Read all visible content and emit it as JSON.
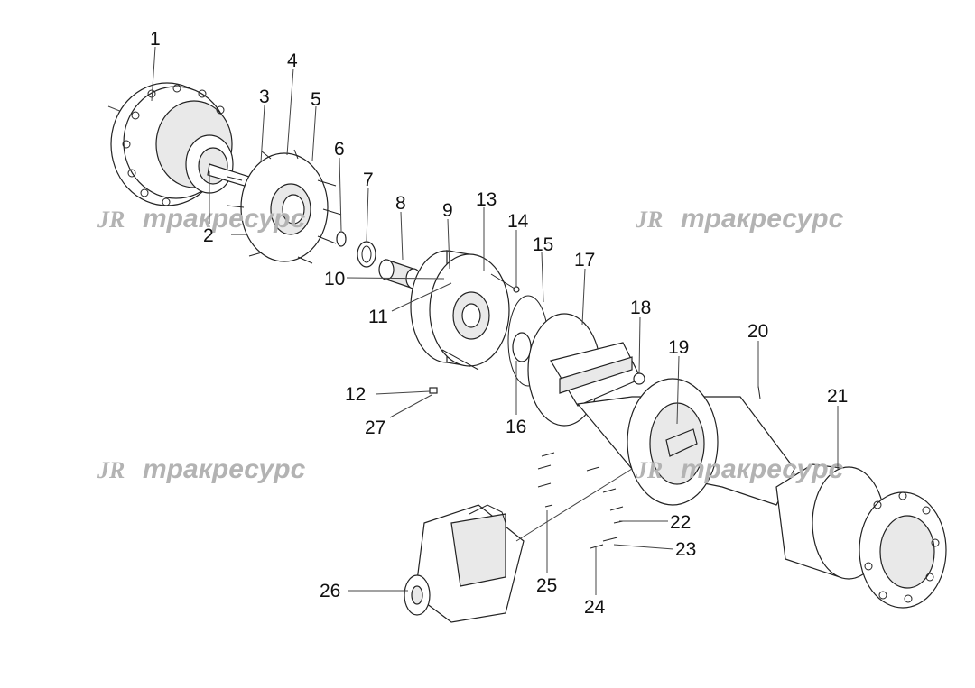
{
  "watermark": {
    "logo": "JR",
    "text": "тракресурс"
  },
  "callouts": [
    "1",
    "2",
    "3",
    "4",
    "5",
    "6",
    "7",
    "8",
    "9",
    "10",
    "11",
    "12",
    "13",
    "14",
    "15",
    "16",
    "17",
    "18",
    "19",
    "20",
    "21",
    "22",
    "23",
    "24",
    "25",
    "26",
    "27"
  ]
}
